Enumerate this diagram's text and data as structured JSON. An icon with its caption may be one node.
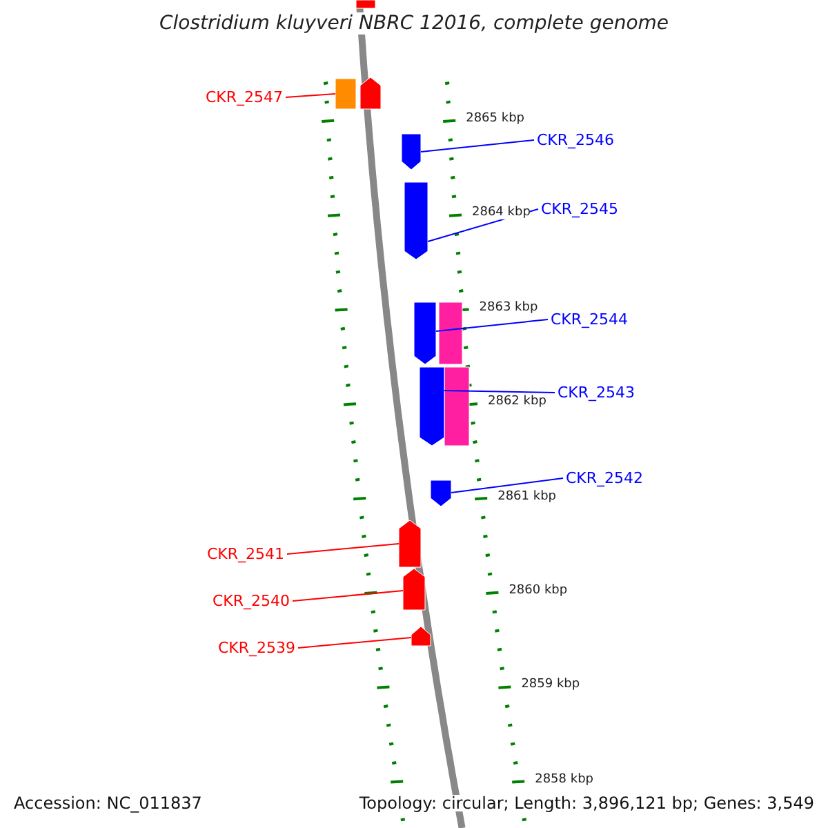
{
  "diagram": {
    "title": "Clostridium kluyveri NBRC 12016, complete genome",
    "nodes": [
      {
        "text": [
          "CKR_2547"
        ]
      },
      {
        "text": [],
        "shape": "box"
      },
      {
        "text": [
          "CKR_2546"
        ]
      },
      {
        "text": [],
        "shape": "pentagon"
      },
      {
        "text": [
          "CKR_2545"
        ]
      },
      {
        "text": [],
        "shape": "pentagon"
      },
      {
        "text": [
          "CKR_2544"
        ]
      },
      {
        "text": [],
        "shape": "pentagon"
      },
      {
        "text": [
          "CKR_2543"
        ]
      },
      {
        "text": [],
        "shape": "pentagon"
      },
      {
        "text": [
          "CKR_2542"
        ]
      },
      {
        "text": [],
        "shape": "pentagon"
      },
      {
        "text": [
          "CKR_2541"
        ]
      },
      {
        "text": [],
        "shape": "pentagon"
      },
      {
        "text": [
          "CKR_2540"
        ]
      },
      {
        "text": [],
        "shape": "pentagon"
      },
      {
        "text": [
          "CKR_2539"
        ]
      },
      {
        "text": [],
        "shape": "pentagon"
      }
    ],
    "edges": [
      {
        "from": 0,
        "to": 1,
        "arrow": "none",
        "color": "#ff0000"
      },
      {
        "from": 2,
        "to": 3,
        "arrow": "none"
      },
      {
        "from": 4,
        "to": 5,
        "arrow": "none"
      },
      {
        "from": 6,
        "to": 7,
        "arrow": "none"
      },
      {
        "from": 8,
        "to": 9,
        "arrow": "none"
      },
      {
        "from": 10,
        "to": 11,
        "arrow": "none"
      },
      {
        "from": 12,
        "to": 13,
        "arrow": "none",
        "color": "#ff0000"
      },
      {
        "from": 14,
        "to": 15,
        "arrow": "none",
        "color": "#ff0000"
      },
      {
        "from": 16,
        "to": 17,
        "arrow": "none",
        "color": "#ff0000"
      }
    ],
    "labels": [
      "2865 kbp",
      "2864 kbp",
      "2863 kbp",
      "2862 kbp",
      "2861 kbp",
      "2860 kbp",
      "2859 kbp",
      "2858 kbp",
      "Accession: NC_011837",
      "Topology: circular; Length: 3,896,121 bp; Genes: 3,549"
    ]
  }
}
